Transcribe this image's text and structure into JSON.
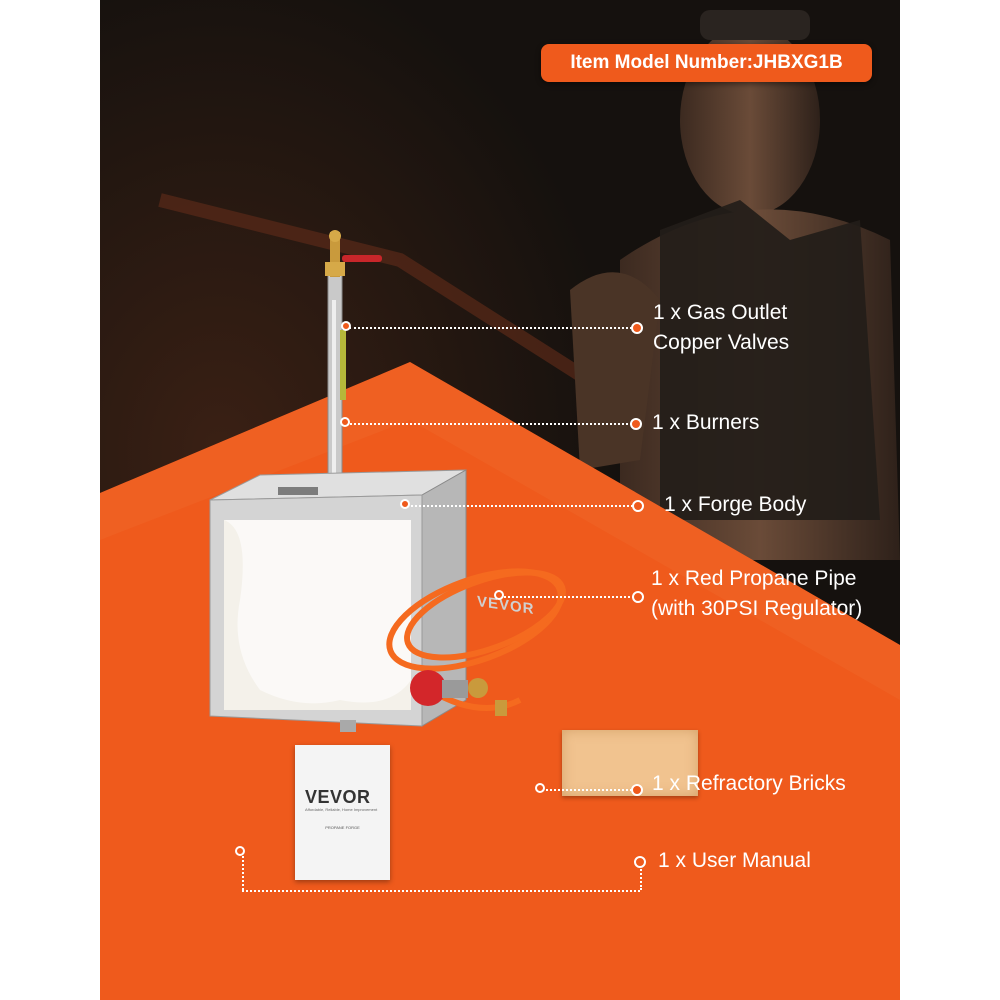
{
  "badge": {
    "model_text": "Item Model Number:JHBXG1B"
  },
  "brands": {
    "forge_body": "VEVOR",
    "manual": "VEVOR"
  },
  "manual_cover": {
    "slogan": "Affordable, Reliable, Home Improvement",
    "title": "PROPANE FORGE"
  },
  "items": [
    {
      "lines": [
        "1 x Gas Outlet",
        "Copper Valves"
      ]
    },
    {
      "lines": [
        "1  x Burners"
      ]
    },
    {
      "lines": [
        "1 x Forge Body"
      ]
    },
    {
      "lines": [
        "1 x Red Propane Pipe",
        "(with 30PSI Regulator)"
      ]
    },
    {
      "lines": [
        "1 x Refractory Bricks"
      ]
    },
    {
      "lines": [
        "1 x User Manual"
      ]
    }
  ],
  "colors": {
    "accent_orange": "#ef5a1c",
    "background_dark": "#1a1613",
    "text": "#ffffff",
    "stainless": "#c9c9c9",
    "hose": "#f56a1f",
    "brick": "#f1c38f"
  }
}
